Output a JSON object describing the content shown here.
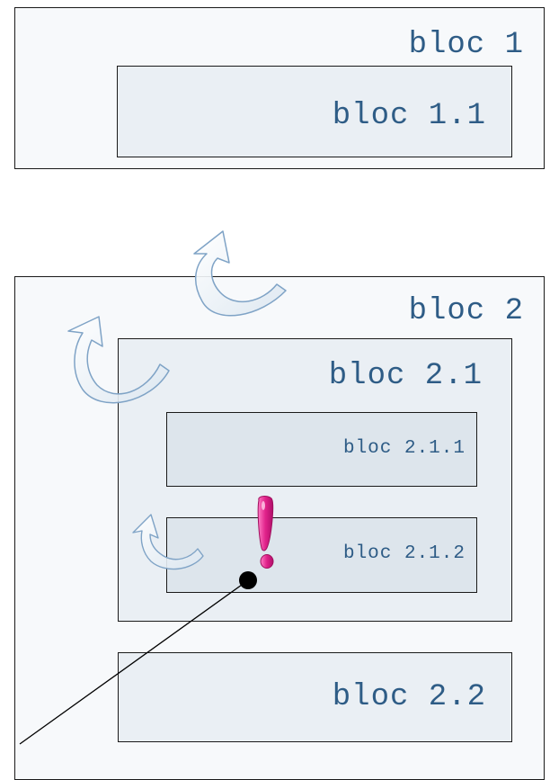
{
  "blocs": {
    "b1": {
      "label": "bloc 1"
    },
    "b1_1": {
      "label": "bloc 1.1"
    },
    "b2": {
      "label": "bloc 2"
    },
    "b2_1": {
      "label": "bloc 2.1"
    },
    "b2_1_1": {
      "label": "bloc 2.1.1"
    },
    "b2_1_2": {
      "label": "bloc 2.1.2"
    },
    "b2_2": {
      "label": "bloc 2.2"
    }
  },
  "icons": [
    "curved-arrow-icon",
    "curved-arrow-icon",
    "curved-arrow-icon",
    "exclamation-icon"
  ],
  "colors": {
    "label": "#2e5c86",
    "border": "#1a1a1a",
    "arrow_stroke": "#7fa3c6",
    "exclamation": "#e0218a"
  }
}
